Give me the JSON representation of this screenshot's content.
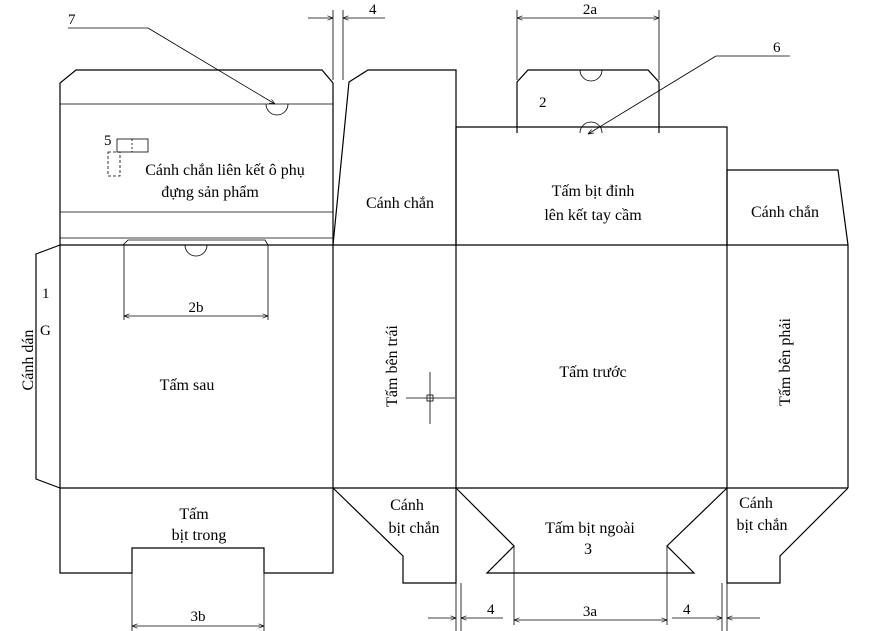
{
  "panels": {
    "back": "Tấm sau",
    "front": "Tấm trước",
    "left_side": "Tấm bên trái",
    "right_side": "Tấm bên phải",
    "glue_flap": "Cánh dán",
    "top_flap": "Tấm bịt đỉnh",
    "top_flap_line2": "lên kết tay cầm",
    "dust_flap_left_top": "Cánh chắn",
    "dust_flap_right_top": "Cánh chắn",
    "inner_lock_flap_line1": "Cánh chắn liên kết ô phụ",
    "inner_lock_flap_line2": "đựng sản phẩm",
    "bottom_inner_line1": "Tấm",
    "bottom_inner_line2": "bịt trong",
    "bottom_dust_left_line1": "Cánh",
    "bottom_dust_left_line2": "bịt chắn",
    "bottom_dust_right_line1": "Cánh",
    "bottom_dust_right_line2": "bịt chắn",
    "bottom_outer_line1": "Tấm bịt ngoài",
    "bottom_outer_line2": "3"
  },
  "callouts": {
    "c1": "1",
    "cG": "G",
    "c2": "2",
    "c5": "5",
    "c6": "6",
    "c7": "7"
  },
  "dimensions": {
    "top_4": "4",
    "top_2a": "2a",
    "mid_2b": "2b",
    "bot_3b": "3b",
    "bot_4_left": "4",
    "bot_3a": "3a",
    "bot_4_right": "4"
  }
}
